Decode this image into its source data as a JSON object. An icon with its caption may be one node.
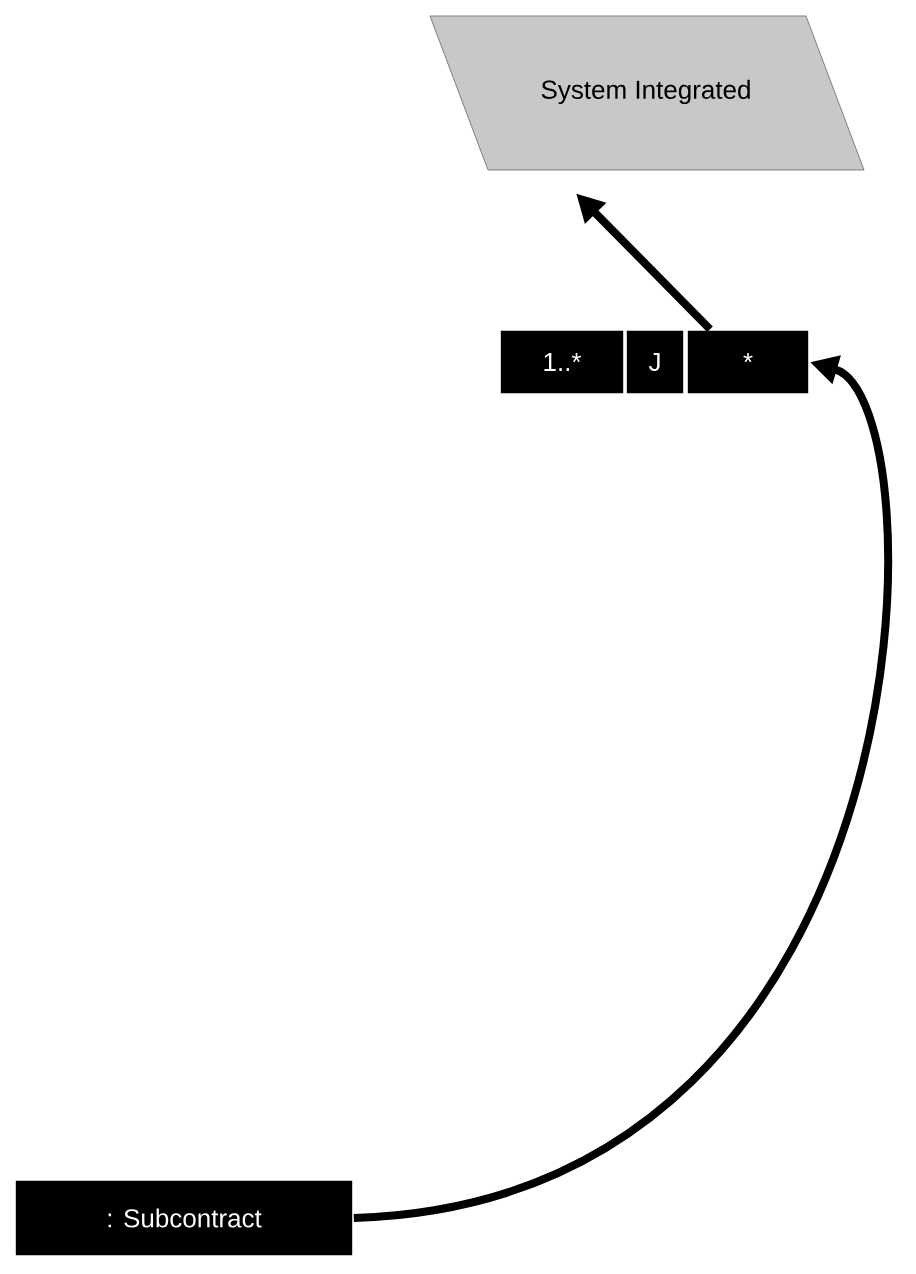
{
  "diagram": {
    "nodes": [
      {
        "text": [
          "System Integrated"
        ]
      },
      {
        "text": [
          "1..*"
        ]
      },
      {
        "text": [
          "J"
        ]
      },
      {
        "text": [
          "*"
        ]
      },
      {
        "text": [
          ": Subcontract"
        ]
      }
    ],
    "edges": [
      {
        "from": 3,
        "to": 0,
        "arrow": "to"
      },
      {
        "from": 4,
        "to": 3,
        "arrow": "to"
      }
    ]
  }
}
